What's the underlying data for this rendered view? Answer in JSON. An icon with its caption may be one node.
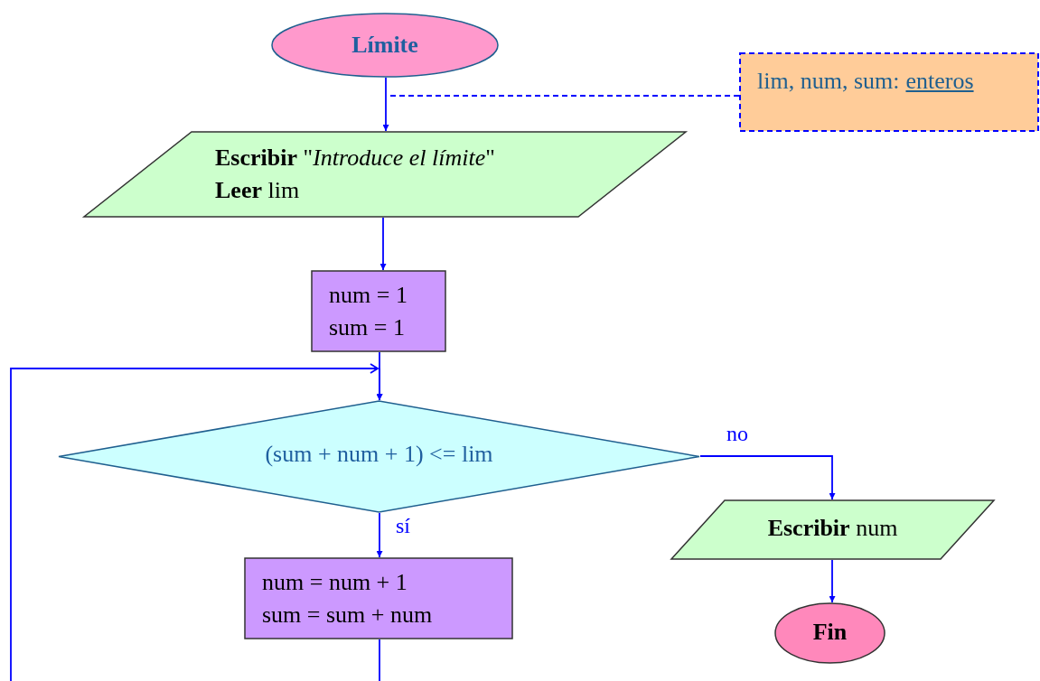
{
  "diagram": {
    "nodes": [
      {
        "text": [
          "Límite"
        ]
      },
      {
        "text": [
          "lim, num, sum:",
          "enteros"
        ]
      },
      {
        "text": [
          "**Escribir** \"*Introduce el límite*\"",
          "**Leer** lim"
        ]
      },
      {
        "text": [
          "num = 1",
          "sum = 1"
        ]
      },
      {
        "text": [
          "(sum + num + 1) <= lim"
        ]
      },
      {
        "text": [
          "num = num + 1",
          "sum = sum + num"
        ]
      },
      {
        "text": [
          "**Escribir** num"
        ]
      },
      {
        "text": [
          "Fin"
        ]
      }
    ],
    "edges": [
      {
        "from": 0,
        "to": 2,
        "arrow": "to"
      },
      {
        "from": 1,
        "to": null,
        "arrow": "none",
        "style": "dashed"
      },
      {
        "from": 2,
        "to": 3,
        "arrow": "to"
      },
      {
        "from": 3,
        "to": 4,
        "arrow": "to"
      },
      {
        "from": 4,
        "to": 6,
        "arrow": "to",
        "label": "no"
      },
      {
        "from": 4,
        "to": 5,
        "arrow": "to",
        "label": "sí"
      },
      {
        "from": 6,
        "to": 7,
        "arrow": "to"
      },
      {
        "from": 5,
        "to": 4,
        "arrow": "to"
      }
    ]
  }
}
